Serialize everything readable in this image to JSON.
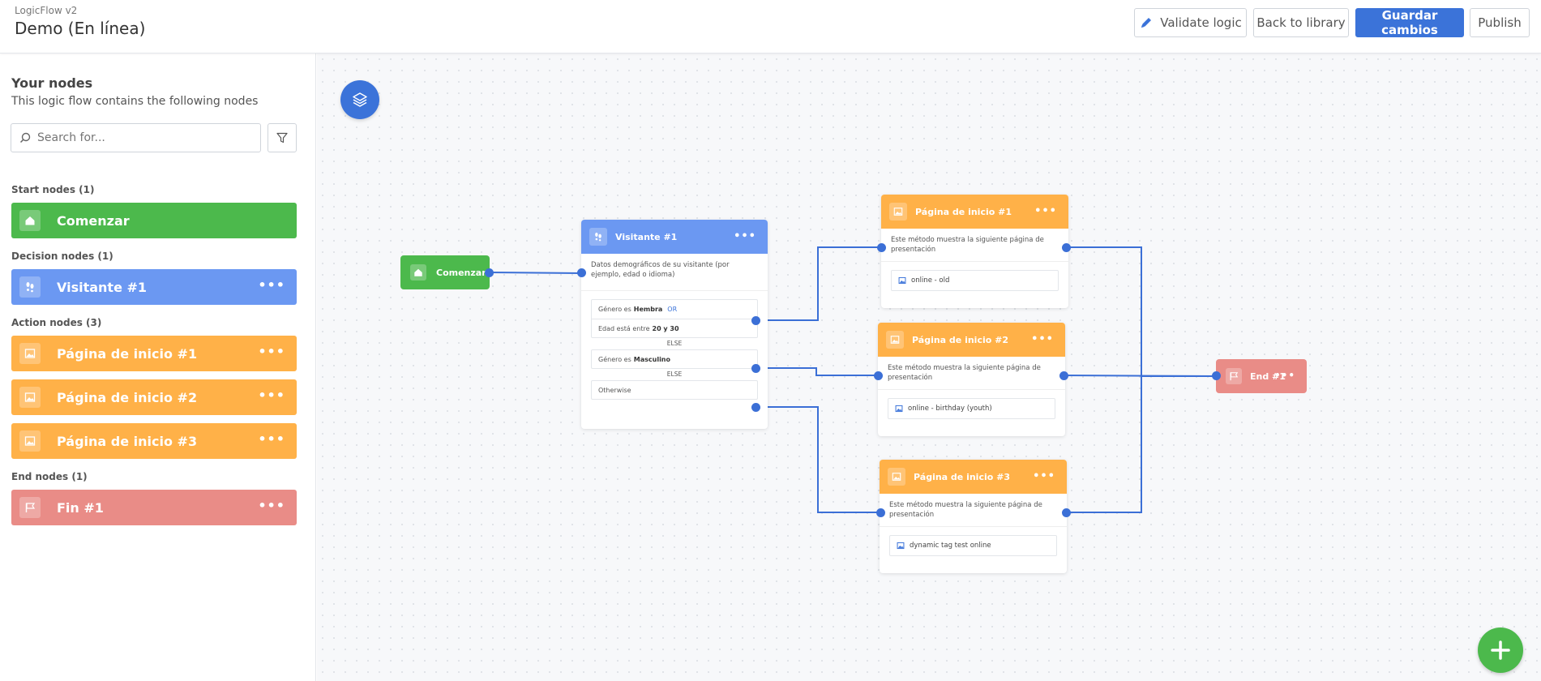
{
  "header": {
    "app_name": "LogicFlow v2",
    "title": "Demo (En línea)",
    "validate_label": "Validate logic",
    "back_label": "Back to library",
    "save_label": "Guardar cambios",
    "publish_label": "Publish"
  },
  "sidebar": {
    "title": "Your nodes",
    "subtitle": "This logic flow contains the following nodes",
    "search_placeholder": "Search for...",
    "sections": {
      "start": "Start nodes (1)",
      "decision": "Decision nodes (1)",
      "action": "Action nodes (3)",
      "end": "End nodes (1)"
    },
    "items": {
      "start": "Comenzar",
      "decision": "Visitante #1",
      "action1": "Página de inicio #1",
      "action2": "Página de inicio #2",
      "action3": "Página de inicio #3",
      "end": "Fin #1"
    }
  },
  "canvas": {
    "start_node": {
      "label": "Comenzar"
    },
    "decision_node": {
      "title": "Visitante #1",
      "description": "Datos demográficos de su visitante (por ejemplo, edad o idioma)",
      "cond1_prefix": "Género es",
      "cond1_value": "Hembra",
      "cond1_or": "OR",
      "cond2_prefix": "Edad está entre",
      "cond2_value": "20 y 30",
      "else1": "ELSE",
      "cond3_prefix": "Género es",
      "cond3_value": "Masculino",
      "else2": "ELSE",
      "otherwise": "Otherwise"
    },
    "action1": {
      "title": "Página de inicio #1",
      "description": "Este método muestra la siguiente página de presentación",
      "page": "online - old"
    },
    "action2": {
      "title": "Página de inicio #2",
      "description": "Este método muestra la siguiente página de presentación",
      "page": "online - birthday (youth)"
    },
    "action3": {
      "title": "Página de inicio #3",
      "description": "Este método muestra la siguiente página de presentación",
      "page": "dynamic tag test online"
    },
    "end_node": {
      "label": "End #1"
    }
  },
  "colors": {
    "start": "#4cb94c",
    "decision": "#6b98f2",
    "action": "#ffb148",
    "end": "#e98c87",
    "primary": "#3b73d9"
  },
  "icons": {
    "start": "home-icon",
    "decision": "footprints-icon",
    "action": "image-icon",
    "end": "flag-icon",
    "layers": "layers-icon",
    "add": "plus-icon",
    "filter": "funnel-icon",
    "search": "search-icon",
    "validate": "pen-icon"
  }
}
